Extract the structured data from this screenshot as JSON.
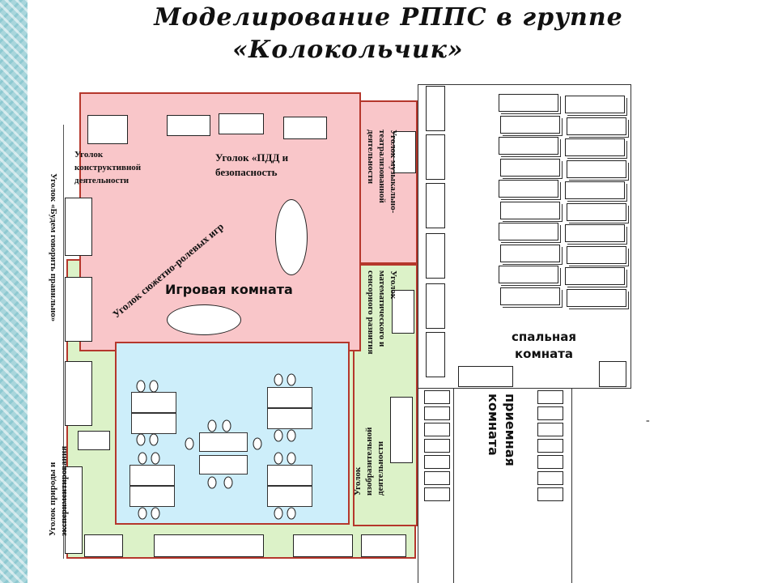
{
  "title_line1": "Моделирование РППС в группе",
  "title_line2": "«Колокольчик»",
  "labels": {
    "konstruktiv": "Уголок конструктивной деятельности",
    "pdd": "Уголок «ПДД и безопасность",
    "syuzhet": "Уголок сюжетно-ролевых игр",
    "igrovaya": "Игровая комната",
    "muz": "Уголок музыкально-театрализованной деятельности",
    "mat": "Уголок математического и сенсорного развития",
    "izo": "Уголок изобразительной деятельности",
    "budem": "Уголок «Будем говорить правильно»",
    "priroda": "Уголок природы и экспериментирования",
    "spalnaya_1": "спальная",
    "spalnaya_2": "комната",
    "priemnaya_1": "приемная",
    "priemnaya_2": "комната",
    "dash_mark": "-"
  },
  "colors": {
    "pink": "#f9c6c9",
    "blue": "#cdeefa",
    "green": "#dcf2c8",
    "wall": "#b5372c"
  }
}
